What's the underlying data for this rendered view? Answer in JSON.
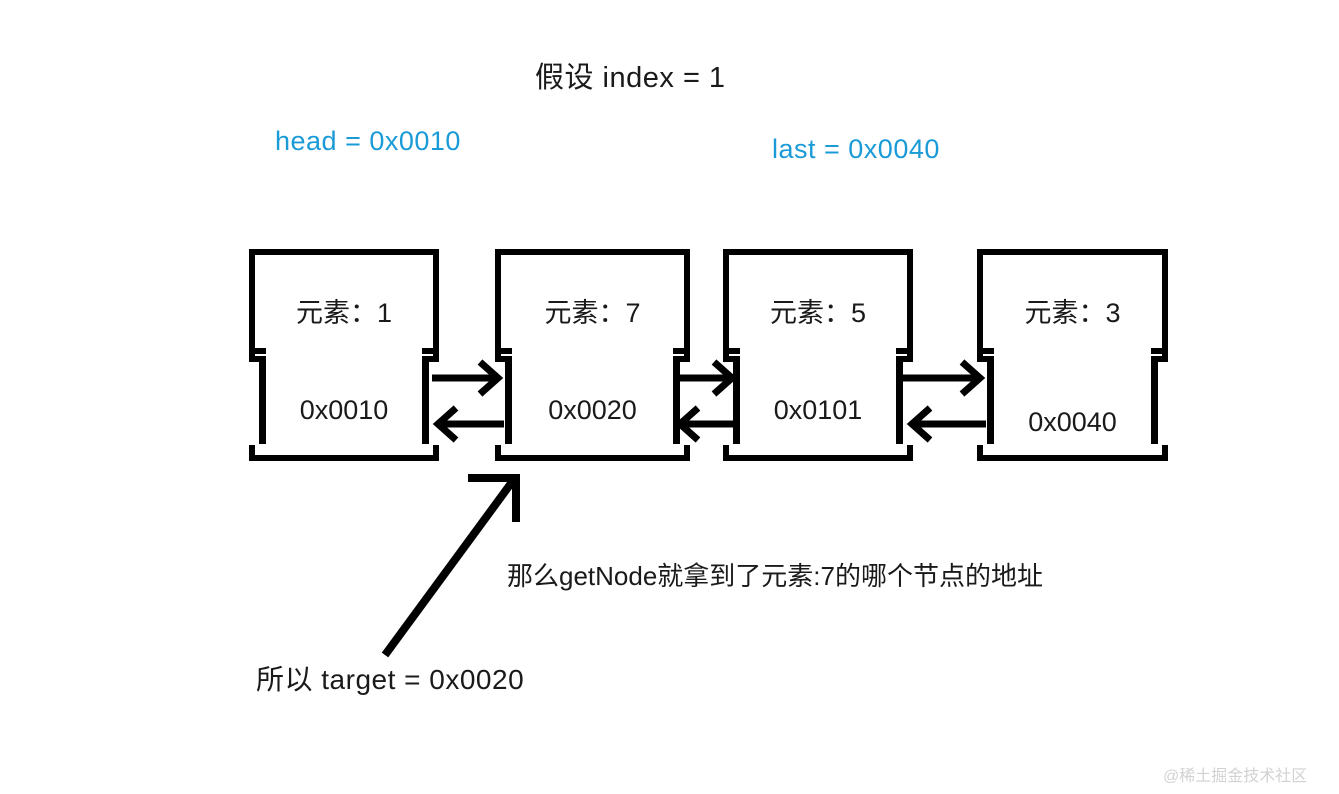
{
  "diagram": {
    "title": "假设 index = 1",
    "pointers": {
      "head": "head = 0x0010",
      "last": "last = 0x0040",
      "color": "#1a9bd7"
    },
    "nodes": [
      {
        "element": "元素：1",
        "address": "0x0010"
      },
      {
        "element": "元素：7",
        "address": "0x0020"
      },
      {
        "element": "元素：5",
        "address": "0x0101"
      },
      {
        "element": "元素：3",
        "address": "0x0040"
      }
    ],
    "annotations": {
      "note": "那么getNode就拿到了元素:7的哪个节点的地址",
      "target": "所以  target  = 0x0020"
    },
    "watermark": "@稀土掘金技术社区"
  }
}
